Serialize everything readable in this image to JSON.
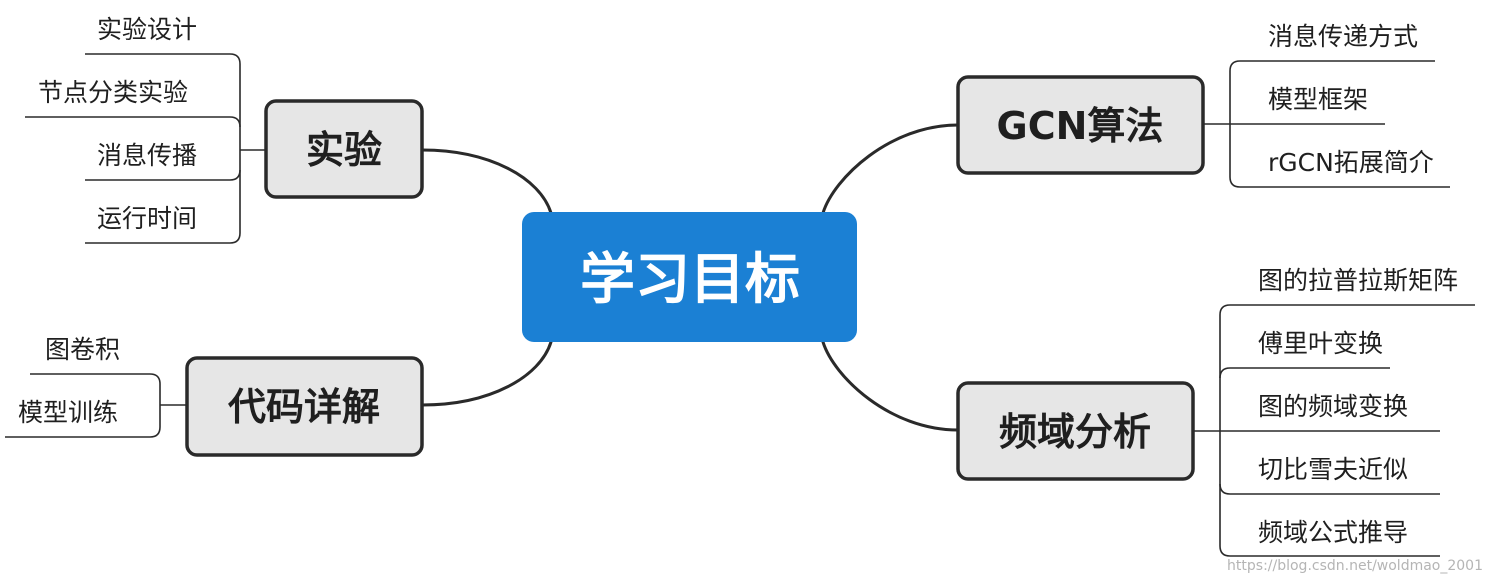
{
  "center": {
    "label": "学习目标"
  },
  "branches": [
    {
      "label": "实验",
      "leaves": [
        "实验设计",
        "节点分类实验",
        "消息传播",
        "运行时间"
      ]
    },
    {
      "label": "代码详解",
      "leaves": [
        "图卷积",
        "模型训练"
      ]
    },
    {
      "label": "GCN算法",
      "leaves": [
        "消息传递方式",
        "模型框架",
        "rGCN拓展简介"
      ]
    },
    {
      "label": "频域分析",
      "leaves": [
        "图的拉普拉斯矩阵",
        "傅里叶变换",
        "图的频域变换",
        "切比雪夫近似",
        "频域公式推导"
      ]
    }
  ],
  "watermark": "https://blog.csdn.net/woldmao_2001",
  "colors": {
    "center_fill": "#1b80d4",
    "center_text": "#ffffff",
    "node_fill": "#e6e6e6",
    "line": "#2a2a2a",
    "watermark": "#b5b5b5"
  }
}
